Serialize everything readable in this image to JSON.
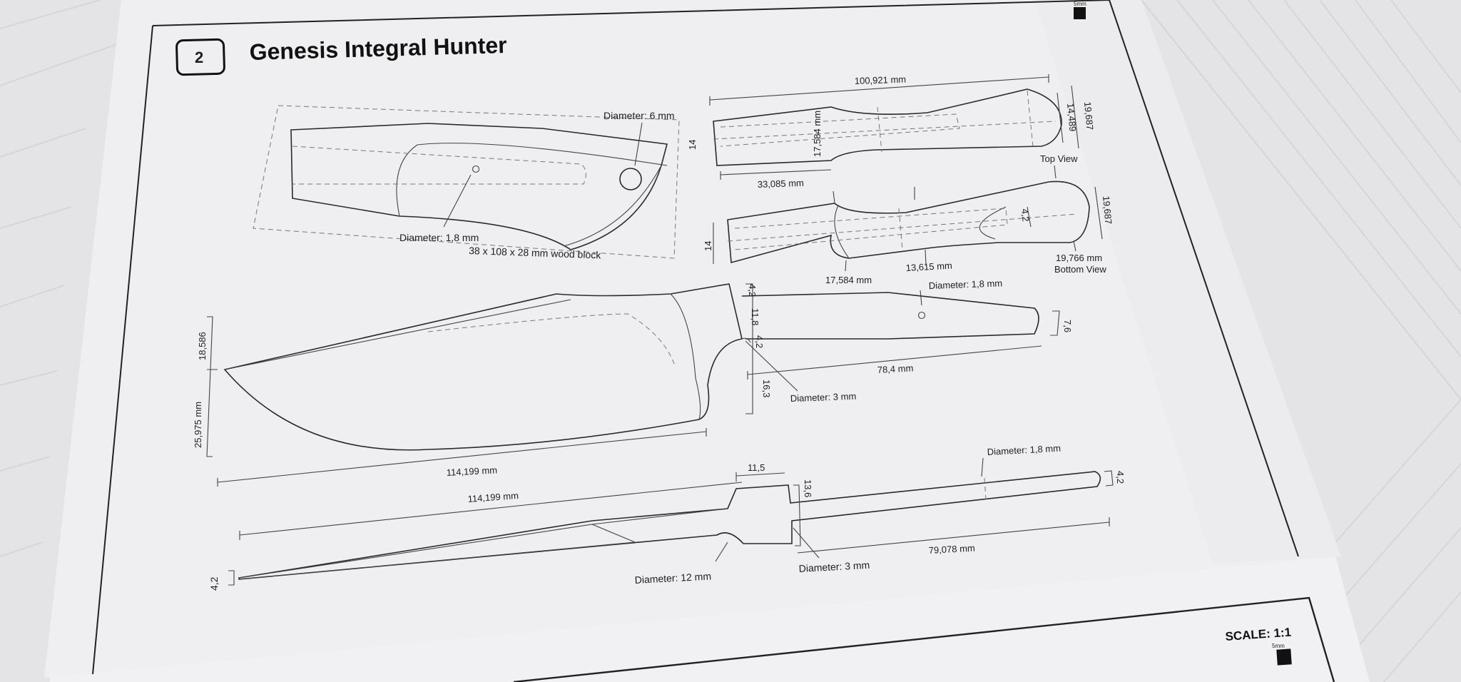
{
  "sheet": {
    "number": "2",
    "title": "Genesis Integral Hunter",
    "scale_label": "SCALE: 1:1",
    "scale_square_label": "5mm",
    "corner_square_label": "5mm"
  },
  "wood_block": {
    "block_label": "38 x 108 x 28 mm wood block",
    "pin_hole_label": "Diameter: 1,8 mm",
    "lanyard_hole_label": "Diameter: 6 mm"
  },
  "top_view": {
    "view_label": "Top View",
    "length": "100,921 mm",
    "height_left": "14",
    "width_mid": "17,584 mm",
    "tip_inner": "14,489",
    "tip_outer": "19,687",
    "bottom_length": "33,085 mm"
  },
  "bottom_view": {
    "view_label": "Bottom View",
    "height_left": "14",
    "depth": "4,2",
    "tip_outer": "19,687",
    "dim_a": "17,584 mm",
    "dim_b": "13,615 mm",
    "dim_c": "19,766 mm"
  },
  "blade_profile": {
    "spine_height": "18,586",
    "belly_height": "25,975 mm",
    "length": "114,199 mm",
    "tang_top": "4,2",
    "tang_mid": "11,8",
    "tang_notch": "4,2",
    "tang_bottom": "16,3",
    "tang_end": "7,6",
    "tang_length": "78,4 mm",
    "pin_hole_label": "Diameter: 1,8 mm",
    "relief_hole_label": "Diameter: 3 mm"
  },
  "edge_view": {
    "blade_length": "114,199 mm",
    "bolster_width": "11,5",
    "bolster_height": "13,6",
    "tang_thickness": "4,2",
    "tip_thickness": "4,2",
    "tang_length": "79,078 mm",
    "pin_hole_label": "Diameter: 1,8 mm",
    "relief_hole_label": "Diameter: 3 mm",
    "plunge_label": "Diameter: 12 mm"
  }
}
